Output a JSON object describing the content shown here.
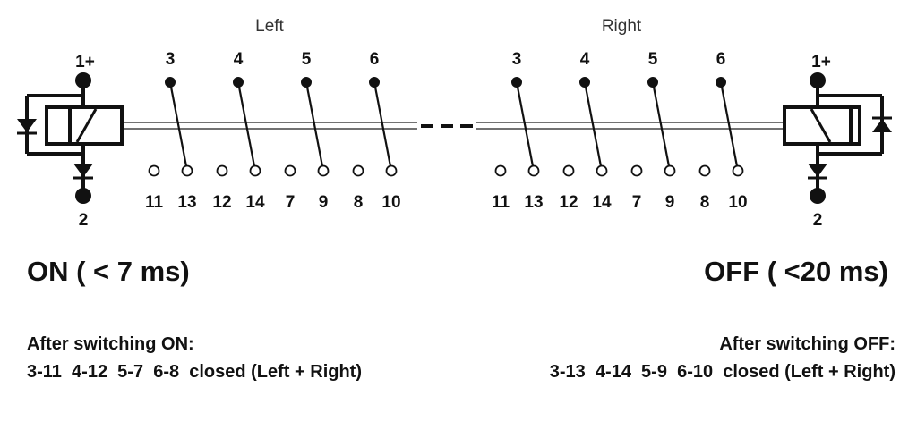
{
  "groups": {
    "left": "Left",
    "right": "Right"
  },
  "coil": {
    "plus": "1+",
    "minus": "2"
  },
  "left_top": [
    "3",
    "4",
    "5",
    "6"
  ],
  "right_top": [
    "3",
    "4",
    "5",
    "6"
  ],
  "left_bottom": [
    "11",
    "13",
    "12",
    "14",
    "7",
    "9",
    "8",
    "10"
  ],
  "right_bottom": [
    "11",
    "13",
    "12",
    "14",
    "7",
    "9",
    "8",
    "10"
  ],
  "on_state": "ON ( < 7 ms)",
  "off_state": "OFF ( <20 ms)",
  "after_on": {
    "title": "After switching ON:",
    "detail": "3-11  4-12  5-7  6-8  closed (Left + Right)"
  },
  "after_off": {
    "title": "After switching OFF:",
    "detail": "3-13  4-14  5-9  6-10  closed (Left + Right)"
  }
}
